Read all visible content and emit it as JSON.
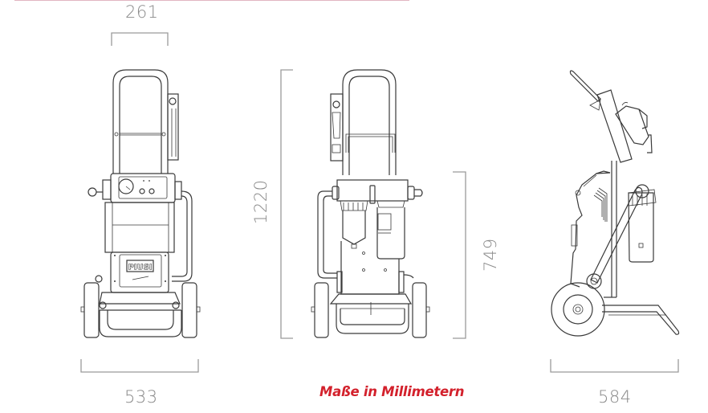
{
  "figure": {
    "caption": "Maße in Millimetern",
    "caption_color": "#d3212c",
    "dimension_color": "#8a8a8a",
    "top_rule_color": "#e2b6c2"
  },
  "dimensions": {
    "front_top_width": "261",
    "front_base_width": "533",
    "overall_height": "1220",
    "filter_height": "749",
    "side_depth": "584"
  },
  "views": {
    "front": {
      "brand_label": "PIUSI"
    },
    "rear": {},
    "side": {}
  }
}
